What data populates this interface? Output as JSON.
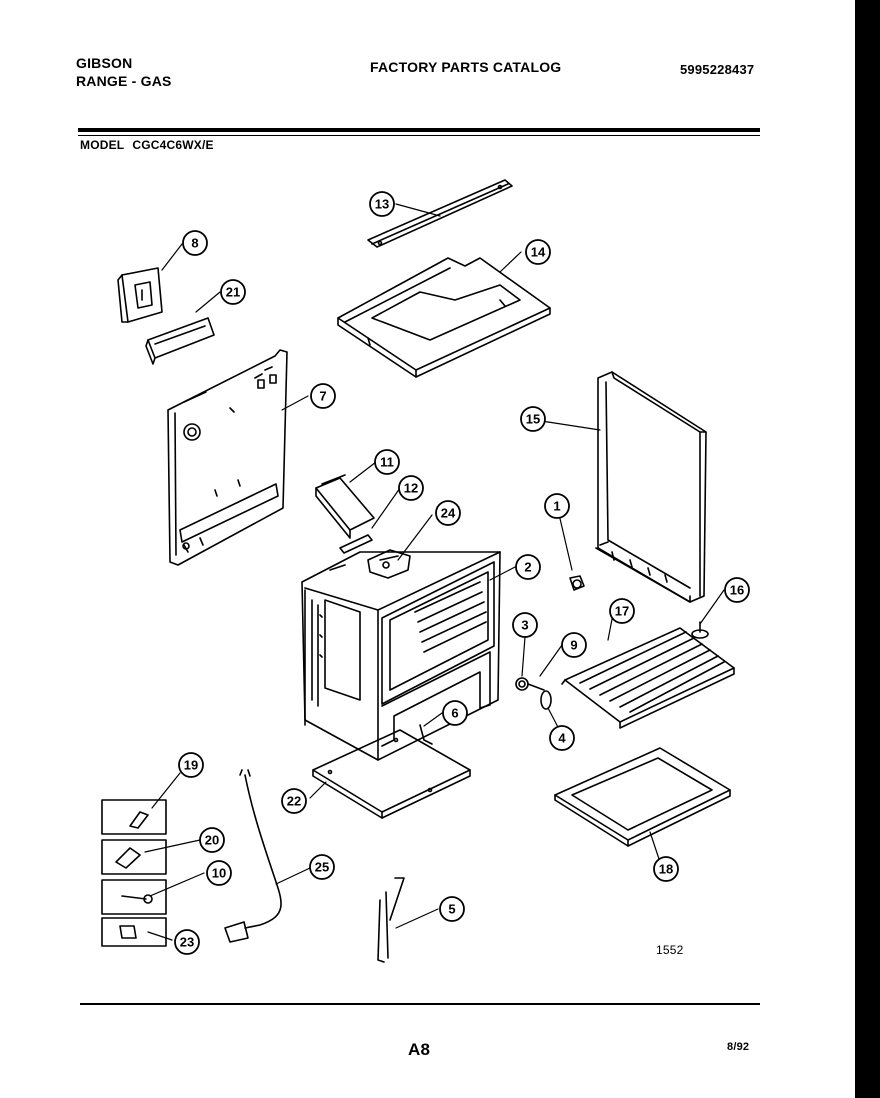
{
  "header": {
    "manufacturer": "GIBSON",
    "product": "RANGE - GAS",
    "catalog_title": "FACTORY PARTS CATALOG",
    "catalog_number": "5995228437",
    "model_label": "MODEL",
    "model_number": "CGC4C6WX/E"
  },
  "diagram": {
    "callouts": [
      "1",
      "2",
      "3",
      "4",
      "5",
      "6",
      "7",
      "8",
      "9",
      "10",
      "11",
      "12",
      "13",
      "14",
      "15",
      "16",
      "17",
      "18",
      "19",
      "20",
      "21",
      "22",
      "23",
      "24",
      "25"
    ]
  },
  "footer": {
    "reference_code": "1552",
    "page_label": "A8",
    "date": "8/92"
  }
}
